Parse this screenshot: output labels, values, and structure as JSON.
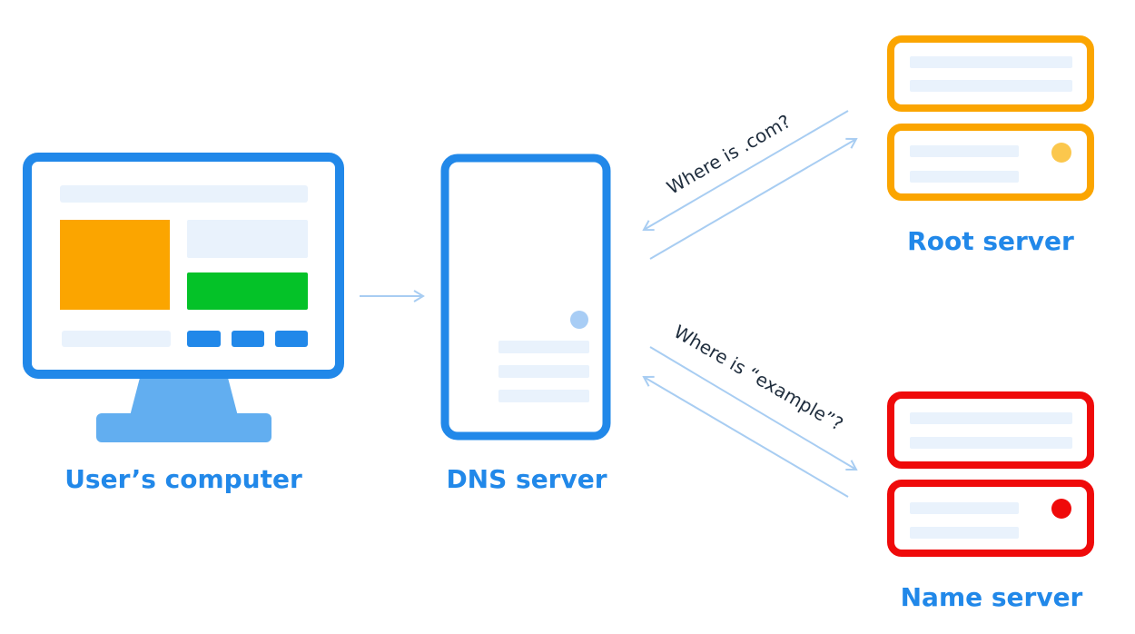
{
  "colors": {
    "primary_blue": "#2188e9",
    "stand_blue": "#62aef0",
    "light_panel": "#e9f2fc",
    "arrow_blue": "#a8cdf2",
    "orange": "#fba500",
    "orange_light_dot": "#fbc74d",
    "green": "#04c228",
    "red": "#ef0a0a",
    "dns_dot": "#a8cdf5",
    "label_text": "#2188e9",
    "edge_text": "#1f2d3d"
  },
  "nodes": {
    "user_computer": {
      "label": "User’s computer",
      "icon": "monitor-icon"
    },
    "dns_server": {
      "label": "DNS server",
      "icon": "server-tower-icon"
    },
    "root_server": {
      "label": "Root server",
      "icon": "server-rack-icon"
    },
    "name_server": {
      "label": "Name server",
      "icon": "server-rack-icon"
    }
  },
  "edges": {
    "dns_to_root": {
      "label": "Where is .com?"
    },
    "dns_to_name": {
      "label": "Where is “example”?"
    }
  }
}
